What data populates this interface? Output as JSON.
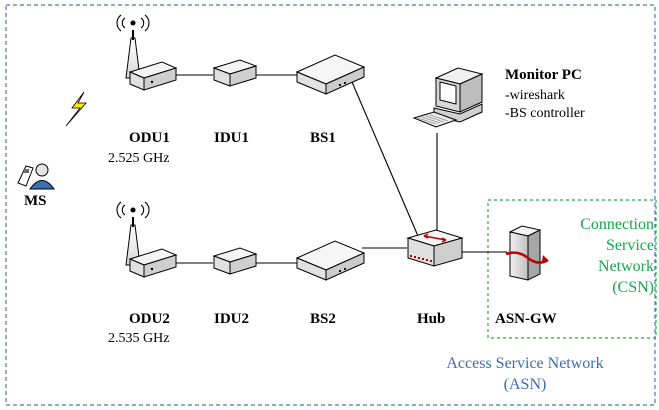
{
  "nodes": {
    "odu1": {
      "name": "ODU1",
      "freq": "2.525 GHz"
    },
    "idu1": {
      "name": "IDU1"
    },
    "bs1": {
      "name": "BS1"
    },
    "odu2": {
      "name": "ODU2",
      "freq": "2.535 GHz"
    },
    "idu2": {
      "name": "IDU2"
    },
    "bs2": {
      "name": "BS2"
    },
    "hub": {
      "name": "Hub"
    },
    "asn_gw": {
      "name": "ASN-GW"
    },
    "ms": {
      "name": "MS"
    },
    "monitor_pc": {
      "name": "Monitor PC",
      "details": [
        "-wireshark",
        "-BS controller"
      ]
    }
  },
  "regions": {
    "asn": {
      "line1": "Access Service Network",
      "line2": "(ASN)",
      "color": "#3d6ab3"
    },
    "csn": {
      "line1": "Connection",
      "line2": "Service",
      "line3": "Network",
      "line4": "(CSN)",
      "color": "#13a84a"
    }
  },
  "icons": [
    "antenna-icon",
    "odu-box-icon",
    "idu-box-icon",
    "base-station-icon",
    "hub-icon",
    "server-icon",
    "desktop-pc-icon",
    "mobile-user-icon",
    "lightning-icon"
  ]
}
